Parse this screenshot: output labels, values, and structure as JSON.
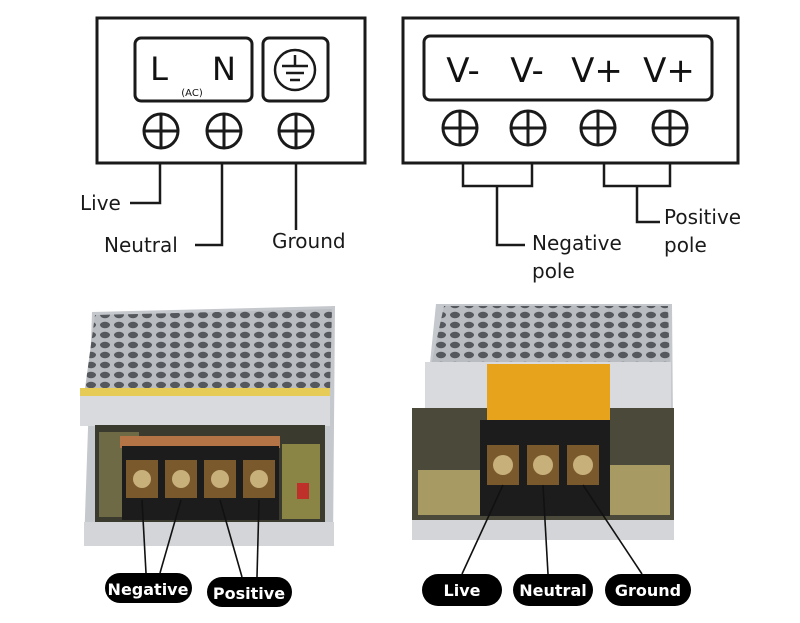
{
  "ac_panel": {
    "live_terminal": "L",
    "neutral_terminal": "N",
    "ac_note": "(AC)",
    "live_label": "Live",
    "neutral_label": "Neutral",
    "ground_label": "Ground"
  },
  "dc_panel": {
    "terminals": [
      "V-",
      "V-",
      "V+",
      "V+"
    ],
    "negative_label_line1": "Negative",
    "negative_label_line2": "pole",
    "positive_label_line1": "Positive",
    "positive_label_line2": "pole"
  },
  "photo_left": {
    "negative_tag": "Negative",
    "positive_tag": "Positive"
  },
  "photo_right": {
    "live_tag": "Live",
    "neutral_tag": "Neutral",
    "ground_tag": "Ground"
  },
  "colors": {
    "line": "#1a1a1a",
    "tag_bg": "#000000",
    "tag_text": "#ffffff",
    "metal": "#c9cccf",
    "terminal_block": "#1c1c1c",
    "amber_cover": "#e8a31c"
  }
}
